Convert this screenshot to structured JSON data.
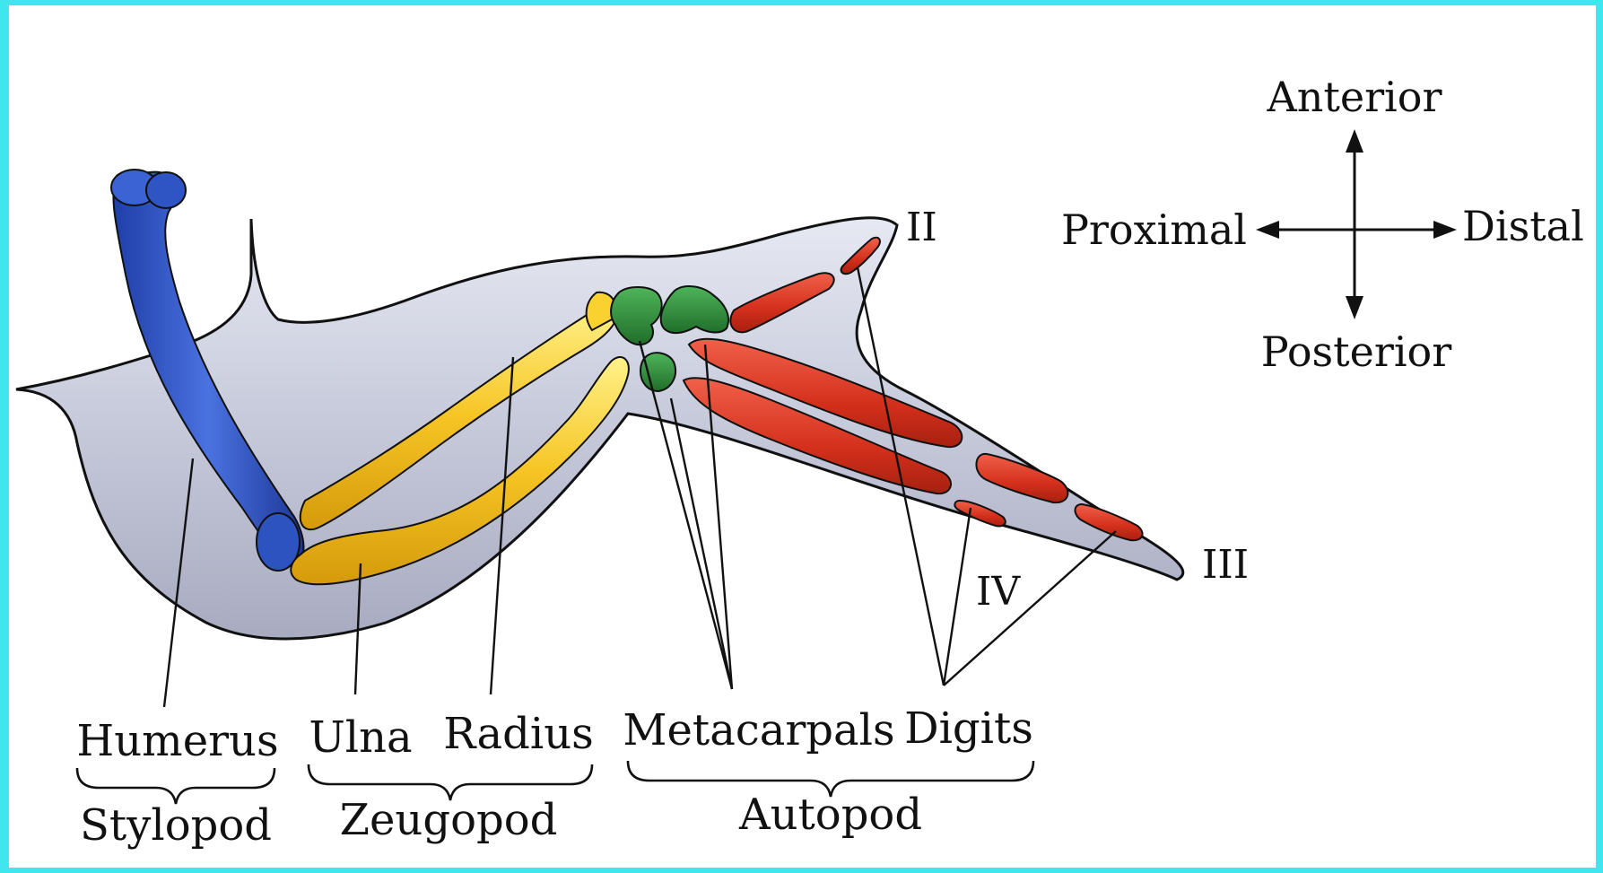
{
  "colors": {
    "frame": "#3fe6ee",
    "stylopod": "#2d55c8",
    "zeugopod": "#f4c21c",
    "autopod_carpals": "#2f8f3a",
    "autopod_digits": "#d8321d",
    "limb_bud": "#c3c6d8",
    "line": "#111111"
  },
  "orientation": {
    "anterior": "Anterior",
    "posterior": "Posterior",
    "proximal": "Proximal",
    "distal": "Distal"
  },
  "digit_labels": {
    "two": "II",
    "three": "III",
    "four": "IV"
  },
  "bones": {
    "humerus": "Humerus",
    "ulna": "Ulna",
    "radius": "Radius",
    "metacarpals": "Metacarpals",
    "digits": "Digits"
  },
  "segments": {
    "stylopod": "Stylopod",
    "zeugopod": "Zeugopod",
    "autopod": "Autopod"
  }
}
